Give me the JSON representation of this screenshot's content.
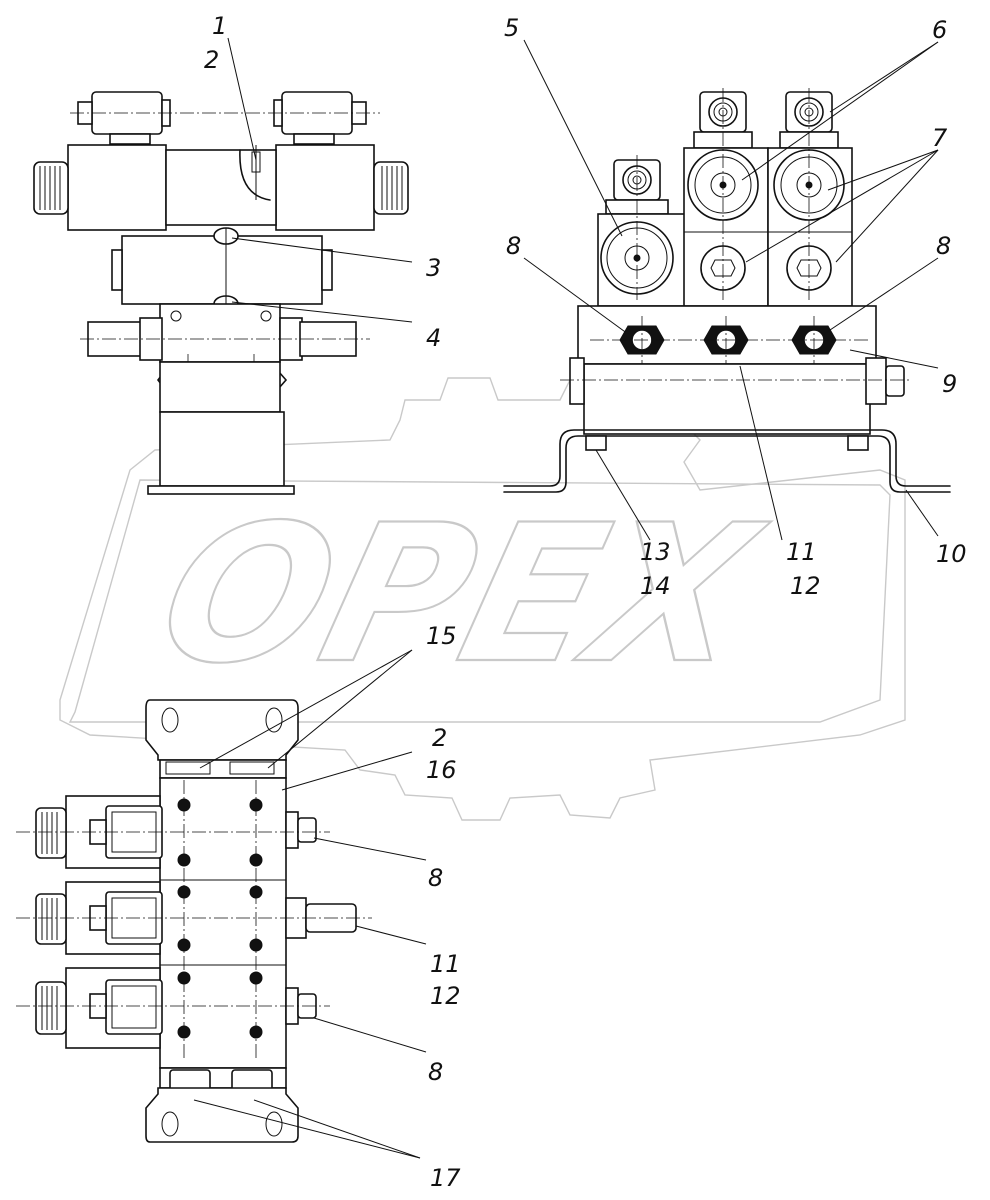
{
  "watermark": {
    "text": "OPEX",
    "color": "#c9c9c9"
  },
  "callouts": [
    {
      "id": "c1",
      "text": "1"
    },
    {
      "id": "c2a",
      "text": "2"
    },
    {
      "id": "c3",
      "text": "3"
    },
    {
      "id": "c4",
      "text": "4"
    },
    {
      "id": "c5",
      "text": "5"
    },
    {
      "id": "c6",
      "text": "6"
    },
    {
      "id": "c7",
      "text": "7"
    },
    {
      "id": "c8a",
      "text": "8"
    },
    {
      "id": "c8b",
      "text": "8"
    },
    {
      "id": "c9",
      "text": "9"
    },
    {
      "id": "c10",
      "text": "10"
    },
    {
      "id": "c11a",
      "text": "11"
    },
    {
      "id": "c12a",
      "text": "12"
    },
    {
      "id": "c13",
      "text": "13"
    },
    {
      "id": "c14",
      "text": "14"
    },
    {
      "id": "c15",
      "text": "15"
    },
    {
      "id": "c2b",
      "text": "2"
    },
    {
      "id": "c16",
      "text": "16"
    },
    {
      "id": "c8c",
      "text": "8"
    },
    {
      "id": "c11b",
      "text": "11"
    },
    {
      "id": "c12b",
      "text": "12"
    },
    {
      "id": "c8d",
      "text": "8"
    },
    {
      "id": "c17",
      "text": "17"
    }
  ]
}
